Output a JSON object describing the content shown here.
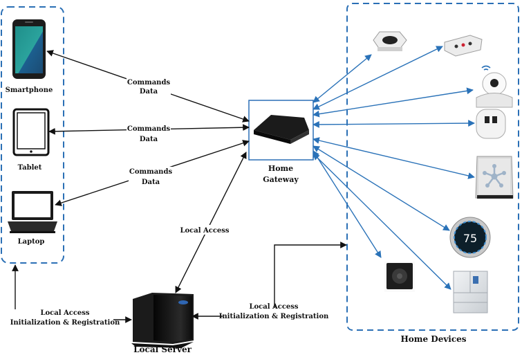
{
  "devices_client": {
    "smartphone": "Smartphone",
    "tablet": "Tablet",
    "laptop": "Laptop"
  },
  "gateway": {
    "line1": "Home",
    "line2": "Gateway"
  },
  "server": {
    "label": "Local Server"
  },
  "home_devices": {
    "label": "Home Devices",
    "thermostat_value": "75"
  },
  "edges": {
    "commands": "Commands",
    "data": "Data",
    "local_access": "Local Access",
    "init_registration": "Initialization & Registration"
  },
  "colors": {
    "dashed_border": "#2a6fb5",
    "blue_arrow": "#2a72b8",
    "black_arrow": "#111111"
  }
}
